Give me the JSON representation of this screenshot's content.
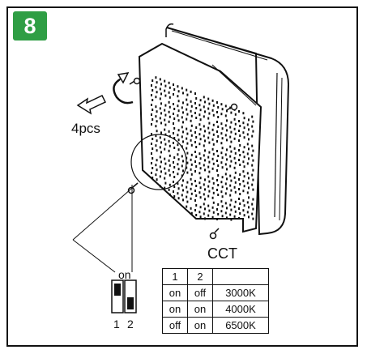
{
  "step": {
    "number": "8",
    "color": "#2f9e44"
  },
  "screws": {
    "quantity_label": "4pcs"
  },
  "dip_switch": {
    "on_label": "on",
    "switch_numbers": [
      "1",
      "2"
    ],
    "positions": [
      "on",
      "off"
    ]
  },
  "cct_table": {
    "title": "CCT",
    "header": [
      "1",
      "2",
      ""
    ],
    "rows": [
      [
        "on",
        "off",
        "3000K"
      ],
      [
        "on",
        "on",
        "4000K"
      ],
      [
        "off",
        "on",
        "6500K"
      ]
    ]
  },
  "icons": [
    "rotate-arrow-icon",
    "direction-arrow-icon",
    "screw-icon",
    "dip-switch-icon"
  ]
}
